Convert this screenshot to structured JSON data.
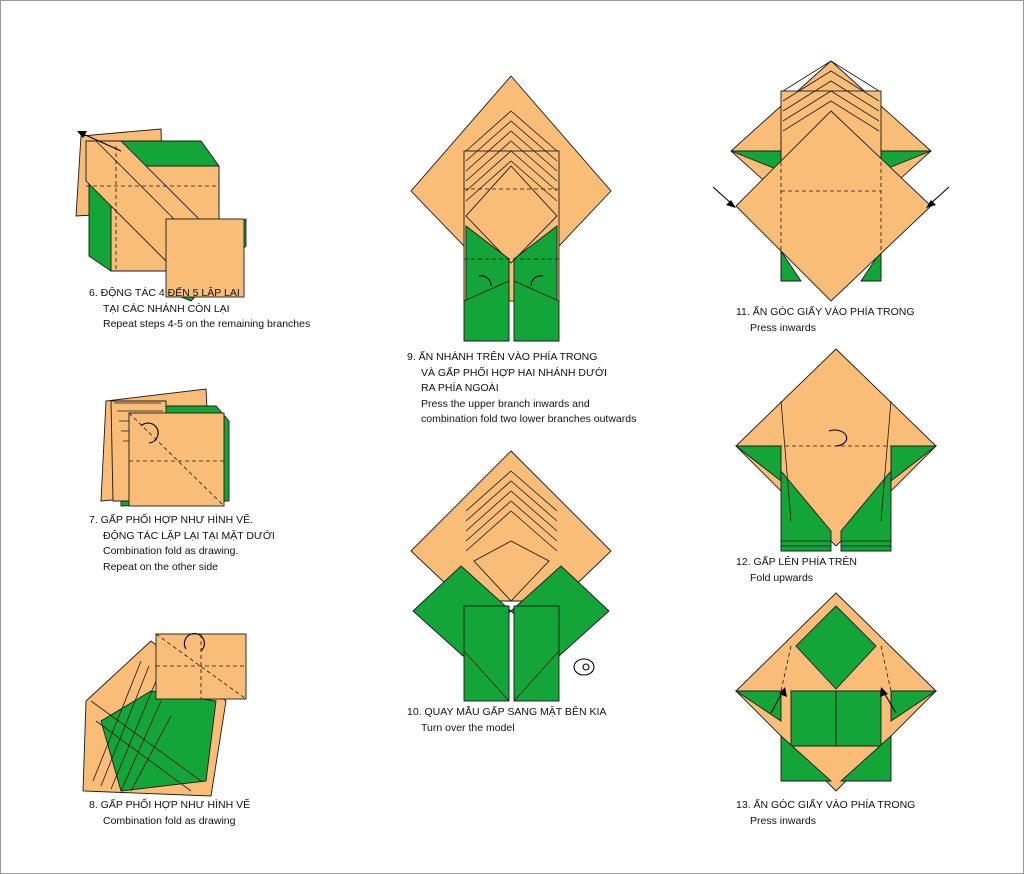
{
  "colors": {
    "paper": "#F9BD77",
    "green": "#13A538",
    "line": "#1a1a1a"
  },
  "steps": [
    {
      "id": "6",
      "lines": [
        "6. ĐỘNG TÁC 4 ĐẾN 5 LẶP LẠI",
        "TẠI CÁC NHÁNH CÒN LẠI",
        "Repeat steps 4-5 on the remaining branches"
      ]
    },
    {
      "id": "7",
      "lines": [
        "7. GẤP PHỐI HỢP NHƯ HÌNH VẼ.",
        "ĐỘNG TÁC LẶP LẠI TẠI MẶT DƯỚI",
        "Combination fold as drawing.",
        "Repeat on the other side"
      ]
    },
    {
      "id": "8",
      "lines": [
        "8. GẤP PHỐI HỢP NHƯ HÌNH VẼ",
        "Combination fold as drawing"
      ]
    },
    {
      "id": "9",
      "lines": [
        "9. ẤN NHÁNH TRÊN VÀO PHÍA TRONG",
        "VÀ GẤP PHỐI HỢP HAI NHÁNH DƯỚI",
        "RA PHÍA NGOÀI",
        "Press the upper branch inwards and",
        "combination fold two lower branches outwards"
      ]
    },
    {
      "id": "10",
      "lines": [
        "10. QUAY MẪU GẤP SANG MẶT BÊN KIA",
        "Turn over the model"
      ]
    },
    {
      "id": "11",
      "lines": [
        "11. ẤN GÓC GIẤY VÀO PHÍA TRONG",
        "Press inwards"
      ]
    },
    {
      "id": "12",
      "lines": [
        "12. GẤP LÊN PHÍA TRÊN",
        "Fold upwards"
      ]
    },
    {
      "id": "13",
      "lines": [
        "13. ẤN GÓC GIẤY VÀO PHÍA TRONG",
        "Press inwards"
      ]
    }
  ]
}
